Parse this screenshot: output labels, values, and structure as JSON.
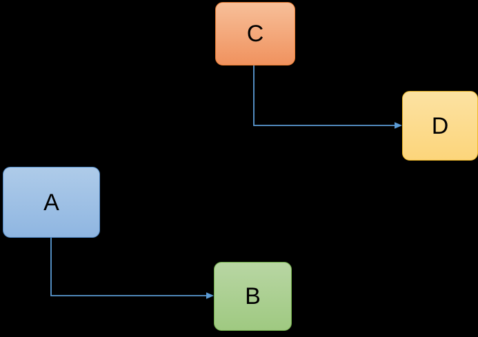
{
  "canvas": {
    "background": "#000000"
  },
  "diagram": {
    "type": "flowchart",
    "arrow_color": "#5B9BD5",
    "text_color": "#000000",
    "nodes": [
      {
        "id": "A",
        "label": "A",
        "fill_top": "#AECBE9",
        "fill_bottom": "#8FB6E1",
        "border": "#4E87C5"
      },
      {
        "id": "B",
        "label": "B",
        "fill_top": "#B8D6A3",
        "fill_bottom": "#9FC981",
        "border": "#70AD47"
      },
      {
        "id": "C",
        "label": "C",
        "fill_top": "#F7BF99",
        "fill_bottom": "#F0925E",
        "border": "#ED7D31"
      },
      {
        "id": "D",
        "label": "D",
        "fill_top": "#FCE2A2",
        "fill_bottom": "#FCD57B",
        "border": "#EFB829"
      }
    ],
    "edges": [
      {
        "from": "C",
        "to": "D"
      },
      {
        "from": "A",
        "to": "B"
      }
    ]
  }
}
